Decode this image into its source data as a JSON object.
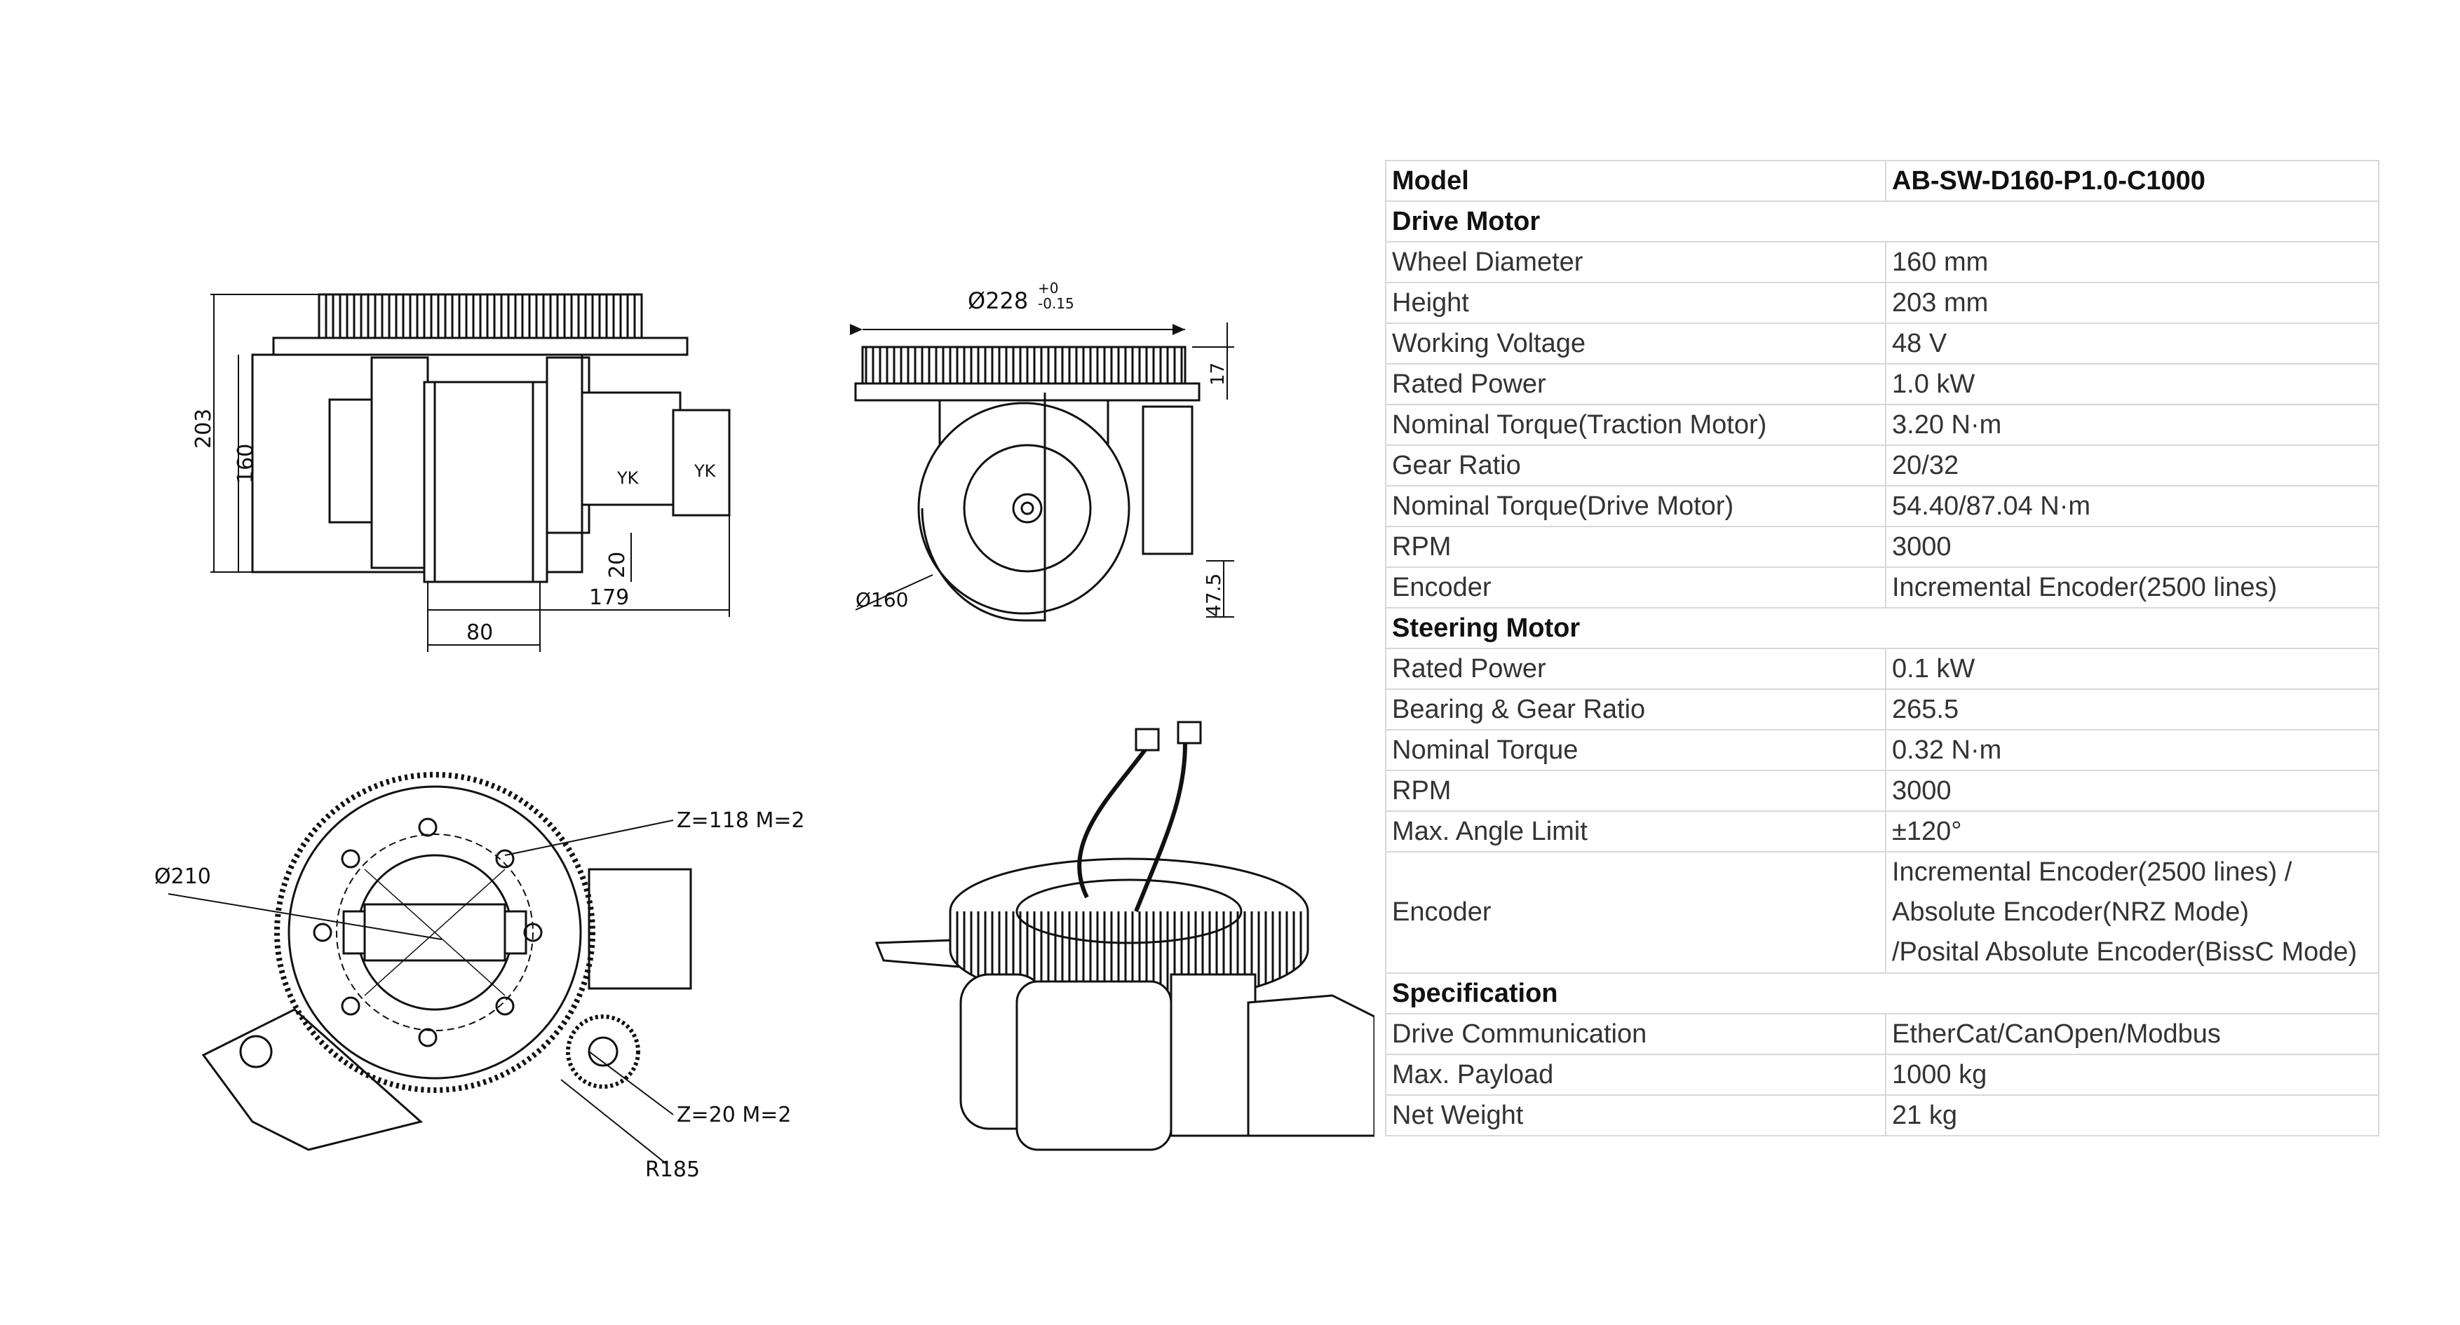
{
  "drawings": {
    "side_view": {
      "dim_height_total": "203",
      "dim_height_wheel": "160",
      "dim_offset": "20",
      "dim_length": "179",
      "dim_width": "80",
      "label_a": "YK",
      "label_b": "YK"
    },
    "front_view": {
      "dim_flange": "Ø228",
      "dim_tol_plus": "+0",
      "dim_tol_minus": "-0.15",
      "dim_small": "17",
      "dim_wheel": "Ø160",
      "dim_axle": "47.5"
    },
    "top_view": {
      "dim_diameter": "Ø210",
      "gear_large": "Z=118  M=2",
      "gear_small": "Z=20  M=2",
      "dim_radius": "R185"
    }
  },
  "spec_table": {
    "model_label": "Model",
    "model_value": "AB-SW-D160-P1.0-C1000",
    "sections": [
      {
        "title": "Drive Motor",
        "rows": [
          {
            "label": "Wheel Diameter",
            "value": [
              "160 mm"
            ]
          },
          {
            "label": "Height",
            "value": [
              "203 mm"
            ]
          },
          {
            "label": "Working Voltage",
            "value": [
              "48 V"
            ]
          },
          {
            "label": "Rated Power",
            "value": [
              "1.0 kW"
            ]
          },
          {
            "label": "Nominal Torque(Traction Motor)",
            "value": [
              "3.20 N·m"
            ]
          },
          {
            "label": "Gear Ratio",
            "value": [
              "20/32"
            ]
          },
          {
            "label": "Nominal Torque(Drive Motor)",
            "value": [
              "54.40/87.04 N·m"
            ]
          },
          {
            "label": "RPM",
            "value": [
              "3000"
            ]
          },
          {
            "label": "Encoder",
            "value": [
              "Incremental Encoder(2500 lines)"
            ]
          }
        ]
      },
      {
        "title": "Steering Motor",
        "rows": [
          {
            "label": "Rated Power",
            "value": [
              "0.1 kW"
            ]
          },
          {
            "label": "Bearing & Gear Ratio",
            "value": [
              "265.5"
            ]
          },
          {
            "label": "Nominal Torque",
            "value": [
              "0.32 N·m"
            ]
          },
          {
            "label": "RPM",
            "value": [
              "3000"
            ]
          },
          {
            "label": "Max. Angle Limit",
            "value": [
              "±120°"
            ]
          },
          {
            "label": "Encoder",
            "value": [
              "Incremental Encoder(2500 lines) /",
              "Absolute Encoder(NRZ Mode)",
              "/Posital Absolute Encoder(BissC Mode)"
            ]
          }
        ]
      },
      {
        "title": "Specification",
        "rows": [
          {
            "label": "Drive Communication",
            "value": [
              "EtherCat/CanOpen/Modbus"
            ]
          },
          {
            "label": "Max. Payload",
            "value": [
              "1000 kg"
            ]
          },
          {
            "label": "Net Weight",
            "value": [
              "21 kg"
            ]
          }
        ]
      }
    ]
  }
}
